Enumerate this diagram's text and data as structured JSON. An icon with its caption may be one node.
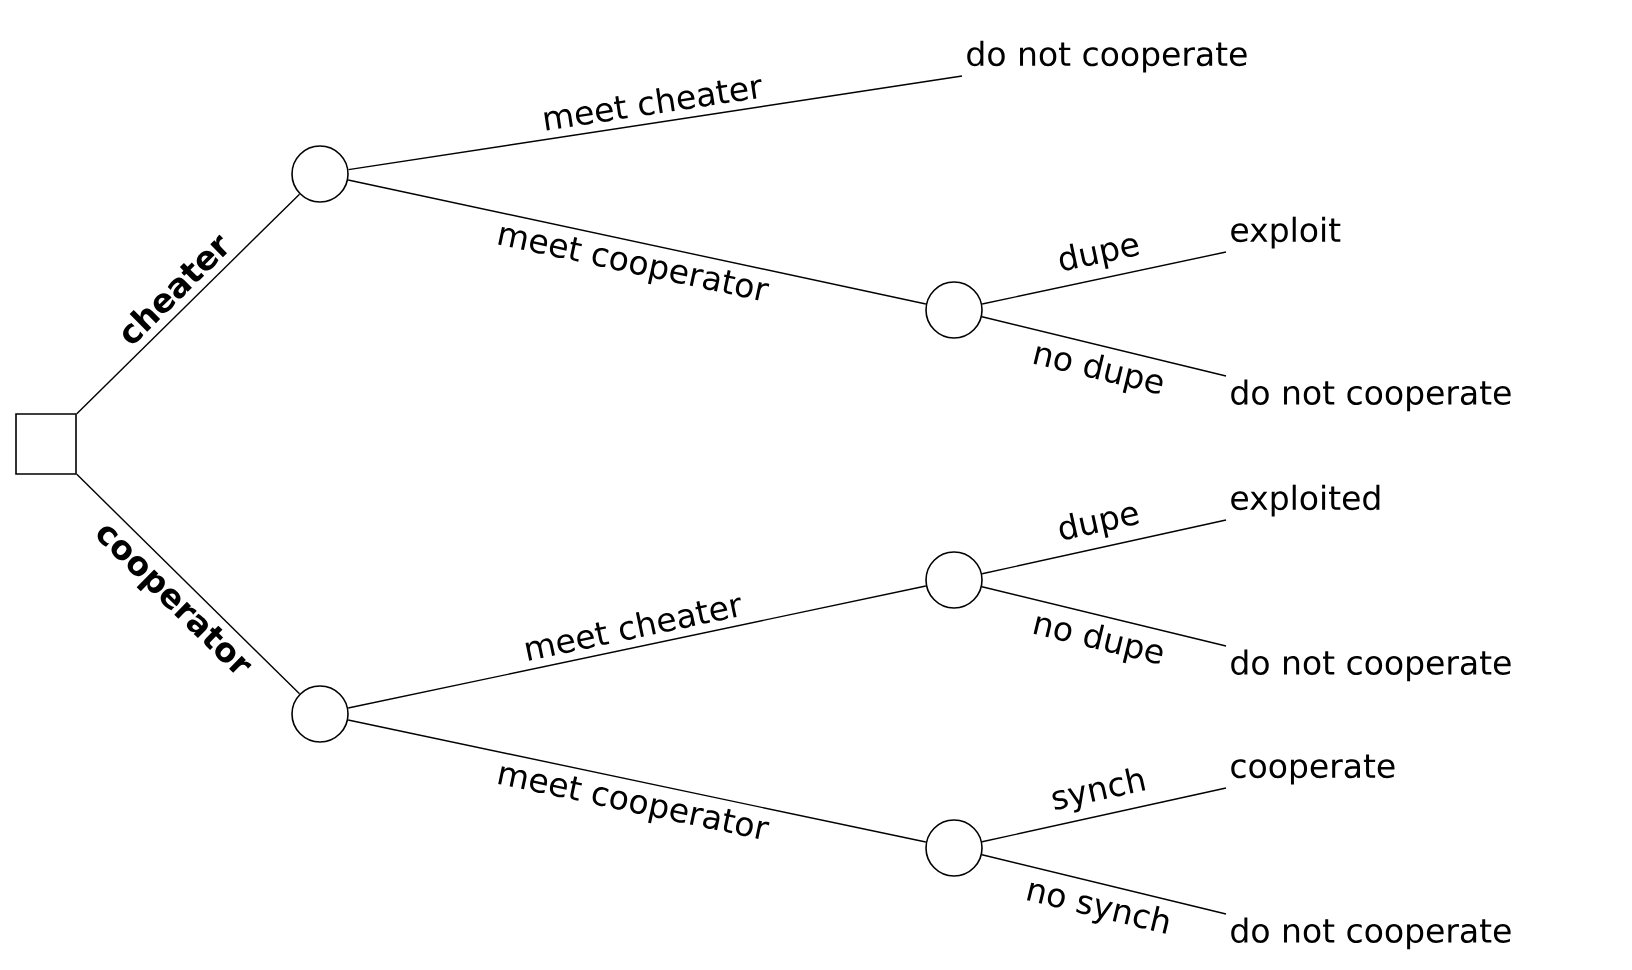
{
  "diagram": {
    "nodes": [
      {
        "text": [],
        "shape": "box"
      },
      {
        "text": [],
        "shape": "circle"
      },
      {
        "text": [
          "do not cooperate"
        ]
      },
      {
        "text": [],
        "shape": "circle"
      },
      {
        "text": [
          "exploit"
        ]
      },
      {
        "text": [
          "do not cooperate"
        ]
      },
      {
        "text": [],
        "shape": "circle"
      },
      {
        "text": [],
        "shape": "circle"
      },
      {
        "text": [
          "exploited"
        ]
      },
      {
        "text": [
          "do not cooperate"
        ]
      },
      {
        "text": [],
        "shape": "circle"
      },
      {
        "text": [
          "cooperate"
        ]
      },
      {
        "text": [
          "do not cooperate"
        ]
      }
    ],
    "edges": [
      {
        "from": 0,
        "to": 1,
        "arrow": "none",
        "label": "cheater"
      },
      {
        "from": 0,
        "to": 6,
        "arrow": "none",
        "label": "cooperator"
      },
      {
        "from": 1,
        "to": 2,
        "arrow": "none",
        "label": "meet cheater"
      },
      {
        "from": 1,
        "to": 3,
        "arrow": "none",
        "label": "meet cooperator"
      },
      {
        "from": 3,
        "to": 4,
        "arrow": "none",
        "label": "dupe"
      },
      {
        "from": 3,
        "to": 5,
        "arrow": "none",
        "label": "no dupe"
      },
      {
        "from": 6,
        "to": 7,
        "arrow": "none",
        "label": "meet cheater"
      },
      {
        "from": 6,
        "to": 10,
        "arrow": "none",
        "label": "meet cooperator"
      },
      {
        "from": 7,
        "to": 8,
        "arrow": "none",
        "label": "dupe"
      },
      {
        "from": 7,
        "to": 9,
        "arrow": "none",
        "label": "no dupe"
      },
      {
        "from": 10,
        "to": 11,
        "arrow": "none",
        "label": "synch"
      },
      {
        "from": 10,
        "to": 12,
        "arrow": "none",
        "label": "no synch"
      }
    ]
  }
}
